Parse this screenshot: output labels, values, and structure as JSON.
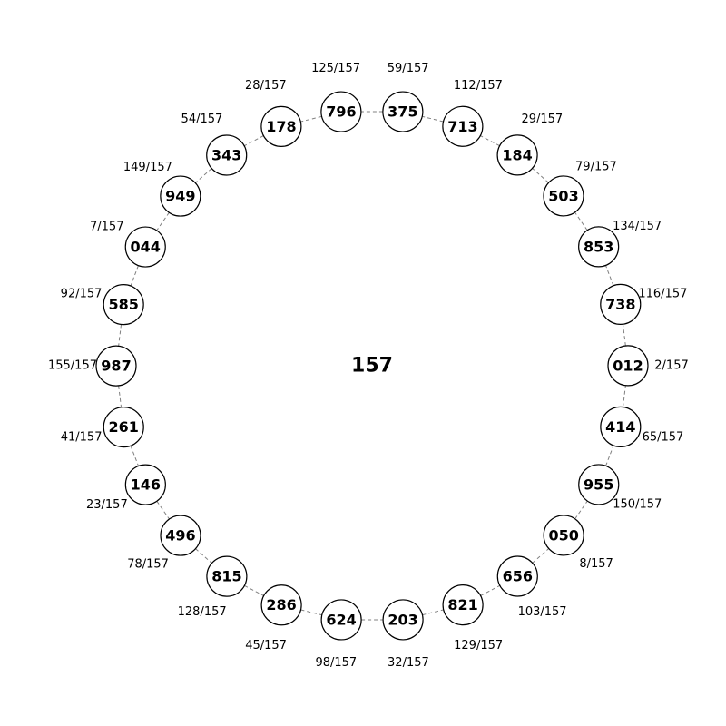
{
  "center_label": "157",
  "nodes": [
    {
      "id": "375",
      "fraction": "59/157"
    },
    {
      "id": "713",
      "fraction": "112/157"
    },
    {
      "id": "184",
      "fraction": "29/157"
    },
    {
      "id": "503",
      "fraction": "79/157"
    },
    {
      "id": "853",
      "fraction": "134/157"
    },
    {
      "id": "738",
      "fraction": "116/157"
    },
    {
      "id": "012",
      "fraction": "2/157"
    },
    {
      "id": "414",
      "fraction": "65/157"
    },
    {
      "id": "955",
      "fraction": "150/157"
    },
    {
      "id": "050",
      "fraction": "8/157"
    },
    {
      "id": "656",
      "fraction": "103/157"
    },
    {
      "id": "821",
      "fraction": "129/157"
    },
    {
      "id": "203",
      "fraction": "32/157"
    },
    {
      "id": "624",
      "fraction": "98/157"
    },
    {
      "id": "286",
      "fraction": "45/157"
    },
    {
      "id": "815",
      "fraction": "128/157"
    },
    {
      "id": "496",
      "fraction": "78/157"
    },
    {
      "id": "146",
      "fraction": "23/157"
    },
    {
      "id": "261",
      "fraction": "41/157"
    },
    {
      "id": "987",
      "fraction": "155/157"
    },
    {
      "id": "585",
      "fraction": "92/157"
    },
    {
      "id": "044",
      "fraction": "7/157"
    },
    {
      "id": "949",
      "fraction": "149/157"
    },
    {
      "id": "343",
      "fraction": "54/157"
    },
    {
      "id": "178",
      "fraction": "28/157"
    },
    {
      "id": "796",
      "fraction": "125/157"
    }
  ]
}
